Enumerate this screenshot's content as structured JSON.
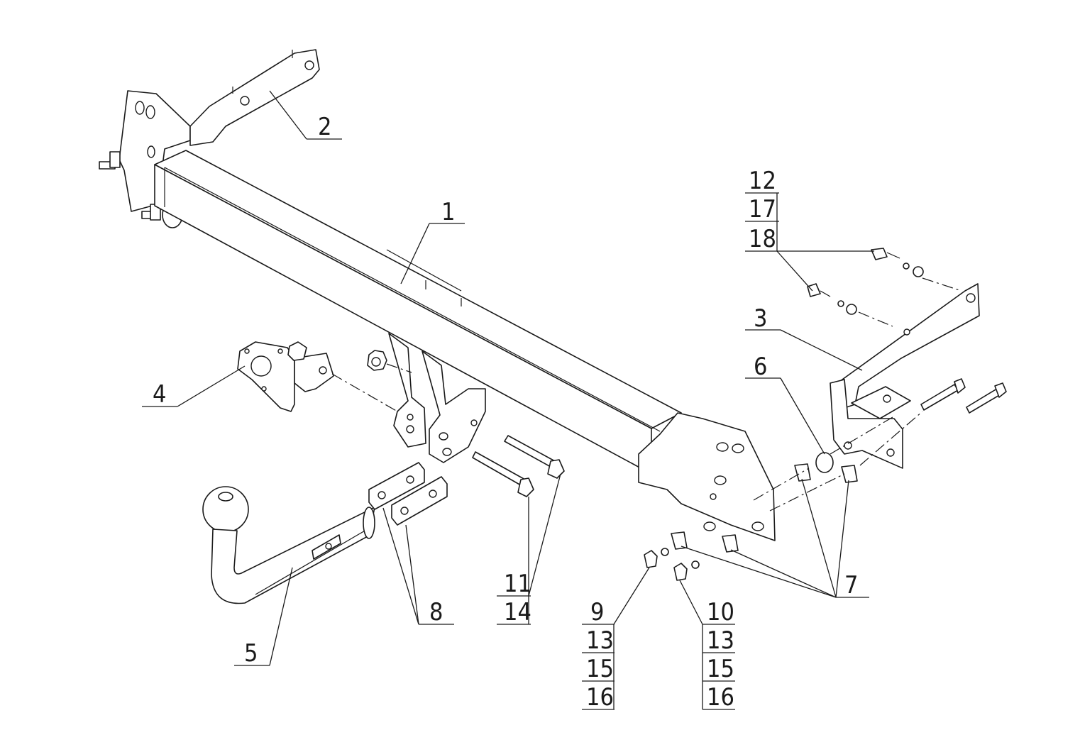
{
  "diagram": {
    "callouts": {
      "c1": "1",
      "c2": "2",
      "c3": "3",
      "c4": "4",
      "c5": "5",
      "c6": "6",
      "c7": "7",
      "c8": "8",
      "c9": "9",
      "c10": "10",
      "c11": "11",
      "c12": "12",
      "c13a": "13",
      "c13b": "13",
      "c14": "14",
      "c15a": "15",
      "c15b": "15",
      "c16a": "16",
      "c16b": "16",
      "c17": "17",
      "c18": "18"
    },
    "colors": {
      "line": "#1a1a1a",
      "background": "#ffffff"
    }
  }
}
